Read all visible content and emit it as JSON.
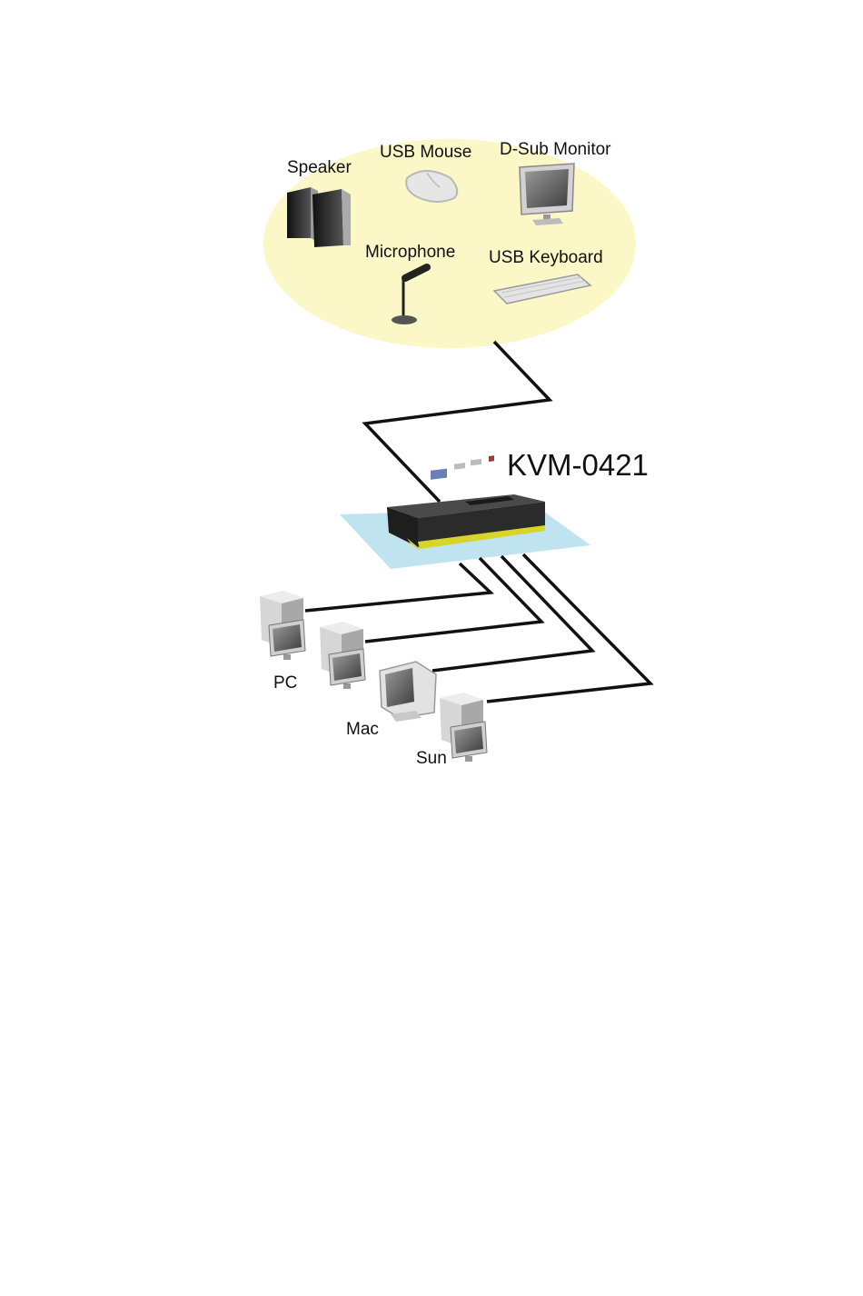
{
  "peripherals": {
    "speaker": "Speaker",
    "usb_mouse": "USB Mouse",
    "dsub_monitor": "D-Sub Monitor",
    "microphone": "Microphone",
    "usb_keyboard": "USB Keyboard"
  },
  "switch": {
    "model": "KVM-0421"
  },
  "computers": {
    "pc": "PC",
    "mac": "Mac",
    "sun": "Sun"
  },
  "colors": {
    "console_area": "#fbf7c6",
    "switch_pad": "#bfe3ef",
    "switch_body": "#2b2b2b",
    "switch_accent": "#d7d42a",
    "cable": "#111111"
  }
}
